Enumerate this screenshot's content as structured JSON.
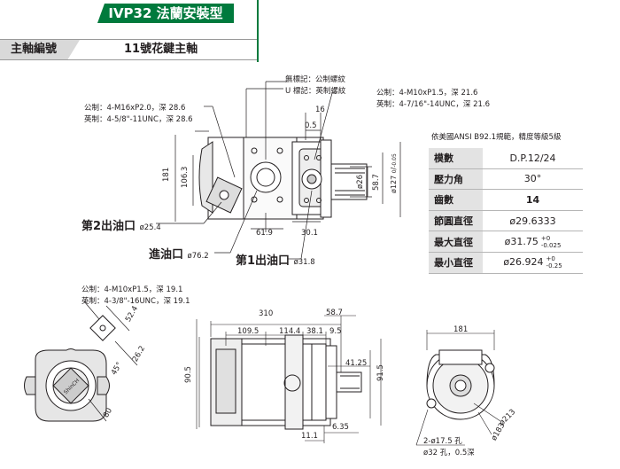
{
  "header": {
    "title": "IVP32 法蘭安裝型",
    "shaft_label": "主軸編號",
    "shaft_value": "11號花鍵主軸"
  },
  "thread_notes": {
    "standard": "無標記：公制螺紋",
    "u_label": "U 標記：英制螺紋",
    "left_metric": "公制：4-M16xP2.0，深 28.6",
    "left_imperial": "英制：4-5/8\"-11UNC，深 28.6",
    "right_metric": "公制：4-M10xP1.5，深 21.6",
    "right_imperial": "英制：4-7/16\"-14UNC，深 21.6",
    "side_metric": "公制：4-M10xP1.5，深 19.1",
    "side_imperial": "英制：4-3/8\"-16UNC，深 19.1"
  },
  "ports": {
    "outlet2_label": "第2出油口",
    "outlet2_size": "ø25.4",
    "inlet_label": "進油口",
    "inlet_size": "ø76.2",
    "outlet1_label": "第1出油口",
    "outlet1_size": "ø31.8"
  },
  "dims_top": {
    "d16": "16",
    "d05": "0.5",
    "d181": "181",
    "d1063": "106.3",
    "d619": "61.9",
    "d301": "30.1",
    "dia26": "ø26",
    "d587": "58.7",
    "dia127": "ø127",
    "tol127_up": "0",
    "tol127_dn": "-0.05"
  },
  "spec": {
    "caption": "依美國ANSI B92.1規範，精度等級5級",
    "rows": [
      {
        "key": "模數",
        "value": "D.P.12/24",
        "tol_up": "",
        "tol_dn": ""
      },
      {
        "key": "壓力角",
        "value": "30°",
        "tol_up": "",
        "tol_dn": ""
      },
      {
        "key": "齒數",
        "value": "14",
        "tol_up": "",
        "tol_dn": ""
      },
      {
        "key": "節圓直徑",
        "value": "ø29.6333",
        "tol_up": "",
        "tol_dn": ""
      },
      {
        "key": "最大直徑",
        "value": "ø31.75",
        "tol_up": "+0",
        "tol_dn": "-0.025"
      },
      {
        "key": "最小直徑",
        "value": "ø26.924",
        "tol_up": "+0",
        "tol_dn": "-0.25"
      }
    ]
  },
  "dims_side": {
    "d524": "52.4",
    "d262": "26.2",
    "a45": "45°",
    "d80": "80"
  },
  "dims_front": {
    "d310": "310",
    "d587": "58.7",
    "d1095": "109.5",
    "d1144": "114.4",
    "d381": "38.1",
    "d95": "9.5",
    "d905": "90.5",
    "d4125": "41.25",
    "d915": "91.5",
    "d635": "6.35",
    "d111": "11.1"
  },
  "dims_end": {
    "d181": "181",
    "dia213": "ø213",
    "dia183": "ø183",
    "hole1": "2-ø17.5 孔",
    "hole2": "ø32 孔，0.5深"
  }
}
